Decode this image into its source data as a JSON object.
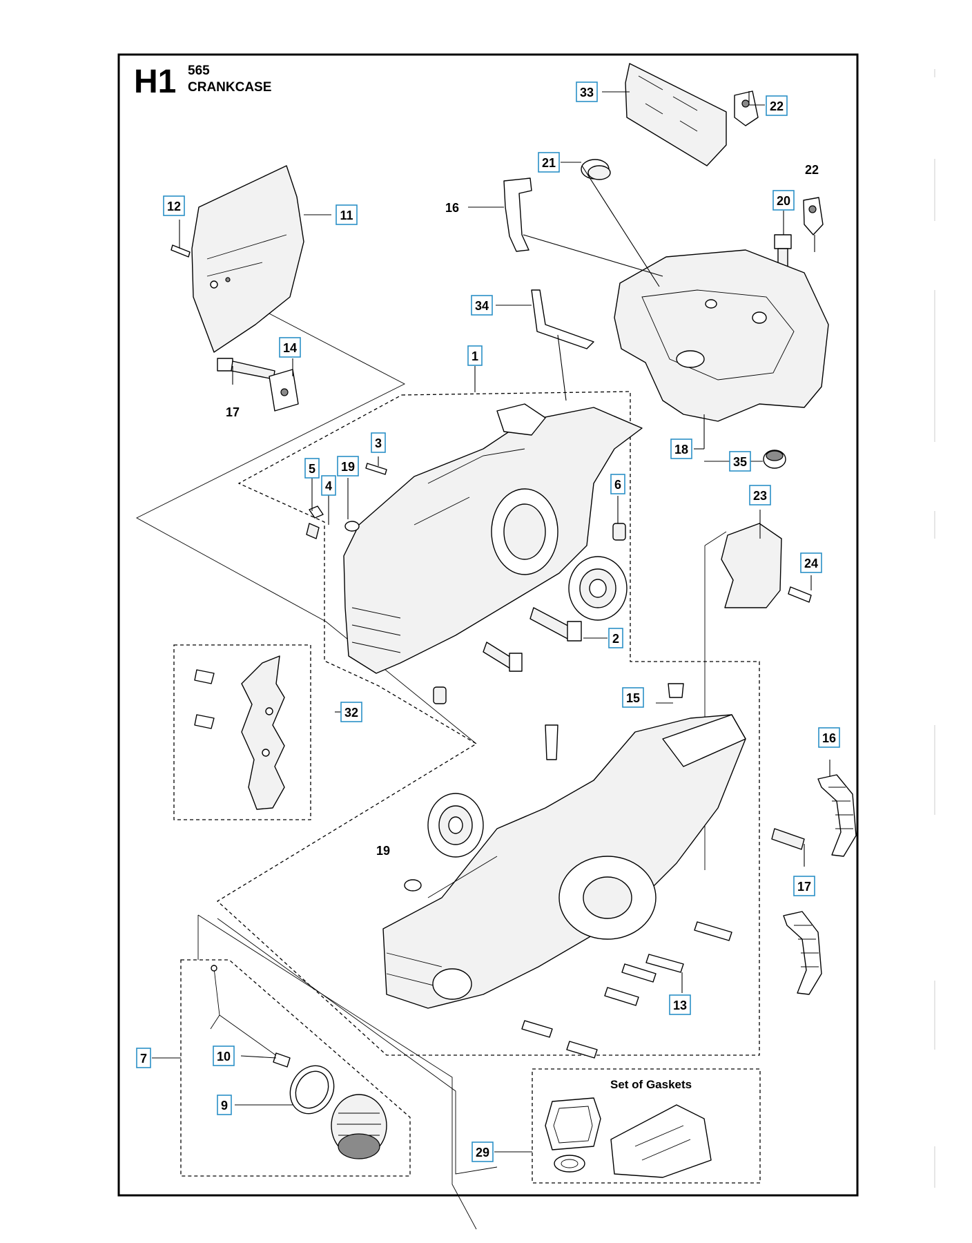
{
  "header": {
    "code": "H1",
    "model": "565",
    "section": "CRANKCASE"
  },
  "gasket_set_label": "Set of Gaskets",
  "colors": {
    "label_box_border": "#2a8fc6",
    "frame": "#000000"
  },
  "callouts": [
    {
      "id": "c33",
      "text": "33",
      "boxed": true
    },
    {
      "id": "c22a",
      "text": "22",
      "boxed": true
    },
    {
      "id": "c21",
      "text": "21",
      "boxed": true
    },
    {
      "id": "c22b",
      "text": "22",
      "boxed": false
    },
    {
      "id": "c20",
      "text": "20",
      "boxed": true
    },
    {
      "id": "c16a",
      "text": "16",
      "boxed": false
    },
    {
      "id": "c12",
      "text": "12",
      "boxed": true
    },
    {
      "id": "c11",
      "text": "11",
      "boxed": true
    },
    {
      "id": "c34",
      "text": "34",
      "boxed": true
    },
    {
      "id": "c1",
      "text": "1",
      "boxed": true
    },
    {
      "id": "c14",
      "text": "14",
      "boxed": true
    },
    {
      "id": "c17a",
      "text": "17",
      "boxed": false
    },
    {
      "id": "c18",
      "text": "18",
      "boxed": true
    },
    {
      "id": "c35",
      "text": "35",
      "boxed": true
    },
    {
      "id": "c3",
      "text": "3",
      "boxed": true
    },
    {
      "id": "c5",
      "text": "5",
      "boxed": true
    },
    {
      "id": "c19a",
      "text": "19",
      "boxed": true
    },
    {
      "id": "c4",
      "text": "4",
      "boxed": true
    },
    {
      "id": "c6",
      "text": "6",
      "boxed": true
    },
    {
      "id": "c23",
      "text": "23",
      "boxed": true
    },
    {
      "id": "c24",
      "text": "24",
      "boxed": true
    },
    {
      "id": "c2",
      "text": "2",
      "boxed": true
    },
    {
      "id": "c32",
      "text": "32",
      "boxed": true
    },
    {
      "id": "c15",
      "text": "15",
      "boxed": true
    },
    {
      "id": "c16b",
      "text": "16",
      "boxed": true
    },
    {
      "id": "c19b",
      "text": "19",
      "boxed": false
    },
    {
      "id": "c17b",
      "text": "17",
      "boxed": true
    },
    {
      "id": "c13",
      "text": "13",
      "boxed": true
    },
    {
      "id": "c7",
      "text": "7",
      "boxed": true
    },
    {
      "id": "c10",
      "text": "10",
      "boxed": true
    },
    {
      "id": "c9",
      "text": "9",
      "boxed": true
    },
    {
      "id": "c29",
      "text": "29",
      "boxed": true
    }
  ]
}
